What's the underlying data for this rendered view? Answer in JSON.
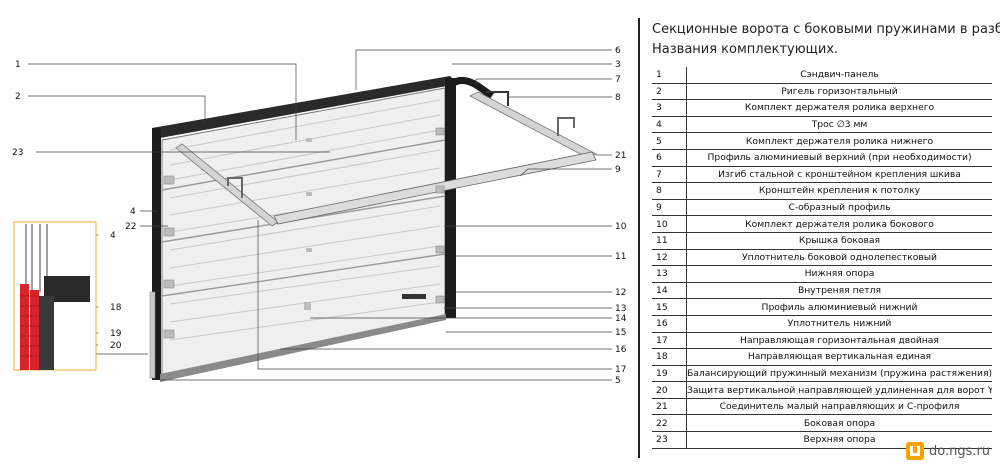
{
  "title_line1": "Секционные ворота с боковыми пружинами в разборе",
  "title_line2": "Названия комплектующих.",
  "parts": [
    {
      "num": "1",
      "name": "Сэндвич-панель"
    },
    {
      "num": "2",
      "name": "Ригель горизонтальный"
    },
    {
      "num": "3",
      "name": "Комплект держателя ролика верхнего"
    },
    {
      "num": "4",
      "name": "Трос ∅3 мм"
    },
    {
      "num": "5",
      "name": "Комплект держателя ролика нижнего"
    },
    {
      "num": "6",
      "name": "Профиль алюминиевый верхний (при необходимости)"
    },
    {
      "num": "7",
      "name": "Изгиб стальной с кронштейном крепления шкива"
    },
    {
      "num": "8",
      "name": "Кронштейн крепления к потолку"
    },
    {
      "num": "9",
      "name": "С-образный профиль"
    },
    {
      "num": "10",
      "name": "Комплект держателя ролика бокового"
    },
    {
      "num": "11",
      "name": "Крышка боковая"
    },
    {
      "num": "12",
      "name": "Уплотнитель боковой однолепестковый"
    },
    {
      "num": "13",
      "name": "Нижняя опора"
    },
    {
      "num": "14",
      "name": "Внутреняя петля"
    },
    {
      "num": "15",
      "name": "Профиль алюминиевый нижний"
    },
    {
      "num": "16",
      "name": "Уплотнитель нижний"
    },
    {
      "num": "17",
      "name": "Направляющая горизонтальная двойная"
    },
    {
      "num": "18",
      "name": "Направляющая вертикальная единая"
    },
    {
      "num": "19",
      "name": "Балансирующий пружинный механизм (пружина растяжения)"
    },
    {
      "num": "20",
      "name": "Защита вертикальной направляющей удлиненная для ворот Yett"
    },
    {
      "num": "21",
      "name": "Соединитель малый направляющих и С-профиля"
    },
    {
      "num": "22",
      "name": "Боковая опора"
    },
    {
      "num": "23",
      "name": "Верхняя опора"
    }
  ],
  "callouts_left": [
    {
      "label": "1"
    },
    {
      "label": "2"
    },
    {
      "label": "23"
    },
    {
      "label": "4"
    },
    {
      "label": "22"
    }
  ],
  "callouts_right": [
    {
      "label": "6"
    },
    {
      "label": "3"
    },
    {
      "label": "7"
    },
    {
      "label": "8"
    },
    {
      "label": "21"
    },
    {
      "label": "9"
    },
    {
      "label": "10"
    },
    {
      "label": "11"
    },
    {
      "label": "12"
    },
    {
      "label": "13"
    },
    {
      "label": "14"
    },
    {
      "label": "15"
    },
    {
      "label": "16"
    },
    {
      "label": "17"
    },
    {
      "label": "5"
    }
  ],
  "callouts_inset": [
    {
      "label": "4"
    },
    {
      "label": "18"
    },
    {
      "label": "19"
    },
    {
      "label": "20"
    }
  ],
  "watermark_text": "do.ngs.ru",
  "colors": {
    "spring": "#d8232a",
    "frame": "#1a1a1a",
    "panel": "#eeeeee",
    "watermark": "#f4a300"
  }
}
